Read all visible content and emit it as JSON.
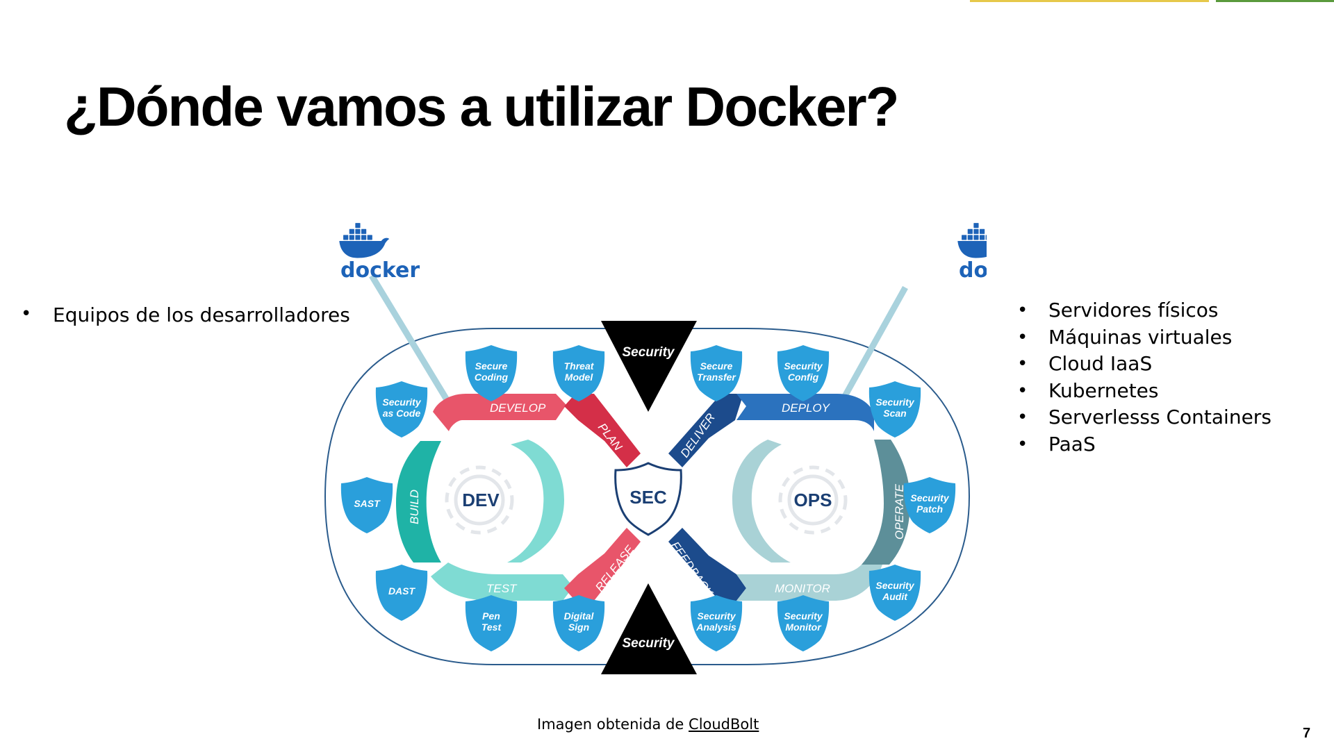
{
  "slide": {
    "title": "¿Dónde vamos a utilizar Docker?",
    "page_number": "7"
  },
  "left_list": [
    "Equipos de los desarrolladores"
  ],
  "right_list": [
    "Servidores físicos",
    "Máquinas virtuales",
    "Cloud IaaS",
    "Kubernetes",
    "Serverlesss Containers",
    "PaaS"
  ],
  "diagram": {
    "docker_logo_text": "docker",
    "hubs": {
      "dev": "DEV",
      "sec": "SEC",
      "ops": "OPS"
    },
    "security_banner": "Security",
    "stages": {
      "develop": "DEVELOP",
      "build": "BUILD",
      "test": "TEST",
      "plan": "PLAN",
      "release": "RELEASE",
      "deliver": "DELIVER",
      "feedback": "FEEDBACK",
      "deploy": "DEPLOY",
      "operate": "OPERATE",
      "monitor": "MONITOR"
    },
    "shields": {
      "secure_coding": [
        "Secure",
        "Coding"
      ],
      "threat_model": [
        "Threat",
        "Model"
      ],
      "secure_transfer": [
        "Secure",
        "Transfer"
      ],
      "security_config": [
        "Security",
        "Config"
      ],
      "security_as_code": [
        "Security",
        "as Code"
      ],
      "security_scan": [
        "Security",
        "Scan"
      ],
      "sast": [
        "SAST"
      ],
      "security_patch": [
        "Security",
        "Patch"
      ],
      "dast": [
        "DAST"
      ],
      "security_audit": [
        "Security",
        "Audit"
      ],
      "pen_test": [
        "Pen",
        "Test"
      ],
      "digital_sign": [
        "Digital",
        "Sign"
      ],
      "security_analysis": [
        "Security",
        "Analysis"
      ],
      "security_monitor": [
        "Security",
        "Monitor"
      ]
    },
    "colors": {
      "shield": "#2a9fdb",
      "develop": "#e8556a",
      "plan": "#d42f48",
      "build": "#1fb3a6",
      "test": "#7fdbd3",
      "deliver": "#1c4b8c",
      "deploy": "#2b72be",
      "operate": "#5d8f99",
      "monitor": "#a9d2d6"
    }
  },
  "caption": {
    "prefix": "Imagen obtenida de ",
    "link": "CloudBolt"
  }
}
